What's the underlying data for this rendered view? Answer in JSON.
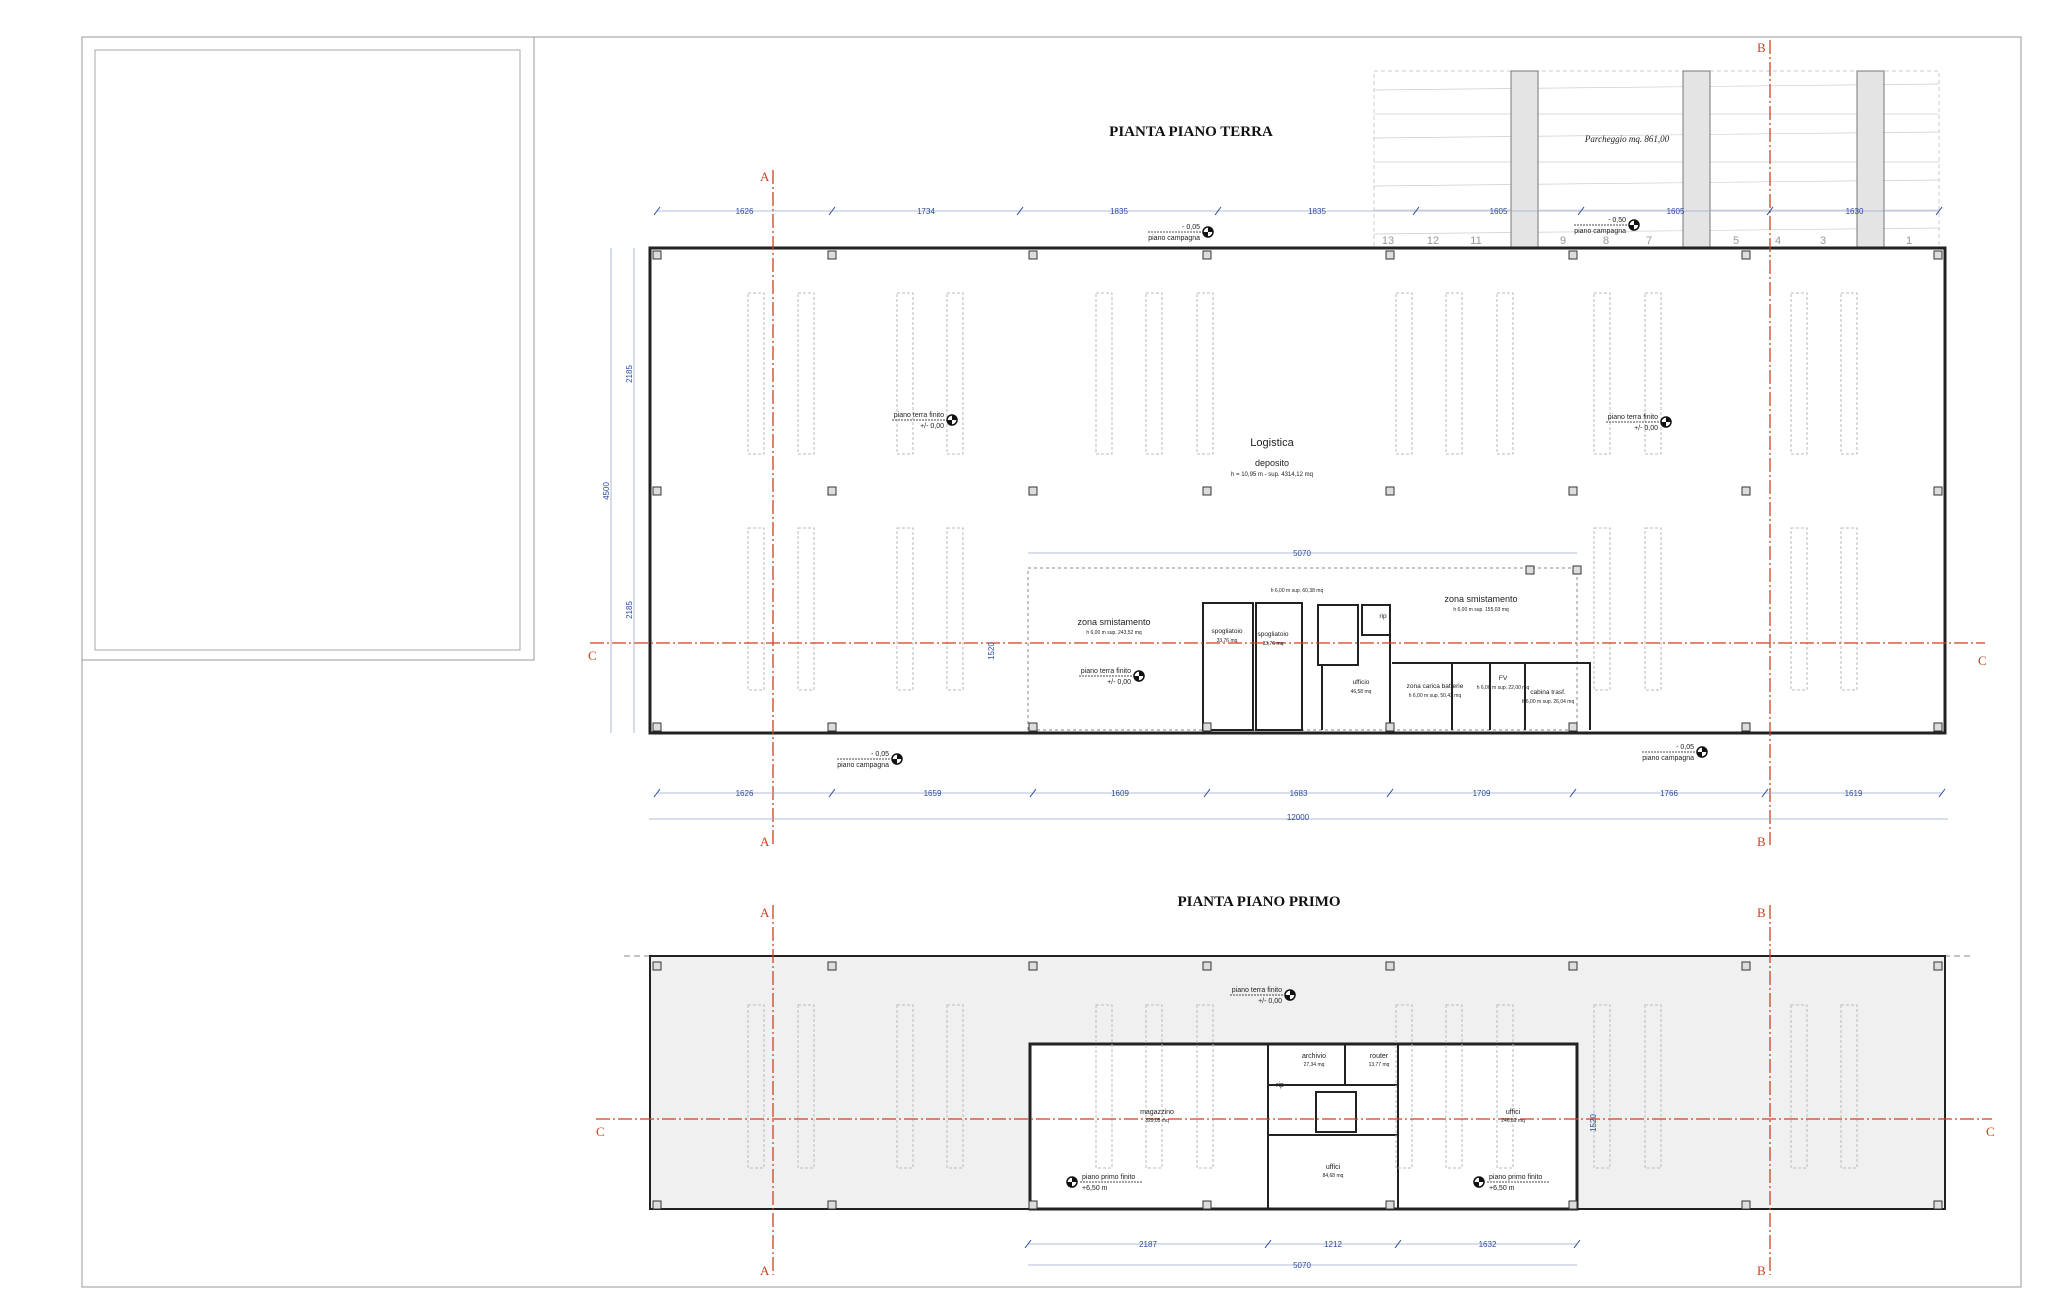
{
  "ground_floor": {
    "title": "PIANTA PIANO TERRA",
    "parking_label": "Parcheggio mq. 861,00",
    "parking_numbers": [
      "13",
      "12",
      "11",
      "9",
      "8",
      "7",
      "5",
      "4",
      "3",
      "1"
    ],
    "main_room": {
      "name": "Logistica",
      "use": "deposito",
      "info": "h = 10,95 m - sup. 4314,12 mq"
    },
    "rooms": [
      {
        "name": "zona smistamento",
        "info": "h 6,00 m sup. 243,52 mq"
      },
      {
        "name": "",
        "info": "h 6,00 m sup. 60,38 mq"
      },
      {
        "name": "zona smistamento",
        "info": "h 6,00 m sup. 155,03 mq"
      },
      {
        "name": "spogliatoio",
        "info": "33,76 mq"
      },
      {
        "name": "spogliatoio",
        "info": "33,76 mq"
      },
      {
        "name": "ufficio",
        "info": "46,58 mq"
      },
      {
        "name": "zona carica batterie",
        "info": "h 6,00 m  sup. 50,43 mq"
      },
      {
        "name": "FV",
        "info": "h 6,00 m sup. 22,00 mq"
      },
      {
        "name": "cabina trasf.",
        "info": "h 6,00 m sup. 26,04 mq"
      },
      {
        "name": "rip",
        "info": ""
      }
    ],
    "levels": {
      "finished_label": "piano terra finito",
      "finished_value": "+/- 0,00",
      "ground_label": "piano campagna",
      "ground_top_1": "- 0,05",
      "ground_top_2": "- 0,50",
      "ground_bottom": "- 0,05"
    },
    "dims_top": [
      "1626",
      "1734",
      "1835",
      "1835",
      "1605",
      "1605",
      "1630"
    ],
    "dims_bottom": [
      "1626",
      "1659",
      "1609",
      "1683",
      "1709",
      "1766",
      "1619"
    ],
    "dim_total": "12000",
    "dim_left_parts": [
      "2185",
      "2185"
    ],
    "dim_left_total": "4500",
    "dim_inner_width": "5070",
    "dim_inner_depth": "1520"
  },
  "first_floor": {
    "title": "PIANTA PIANO PRIMO",
    "rooms": [
      {
        "name": "archivio",
        "info": "27,34 mq"
      },
      {
        "name": "router",
        "info": "13,77 mq"
      },
      {
        "name": "magazzino",
        "info": "329,05 mq"
      },
      {
        "name": "uffici",
        "info": "246,89 mq"
      },
      {
        "name": "uffici",
        "info": "84,68 mq"
      },
      {
        "name": "rip",
        "info": ""
      }
    ],
    "levels": {
      "ground_finished_label": "piano terra finito",
      "ground_finished_value": "+/- 0,00",
      "first_finished_label": "piano primo finito",
      "first_finished_value": "+6,50 m"
    },
    "dims_bottom": [
      "2187",
      "1212",
      "1632"
    ],
    "dim_total": "5070",
    "dim_depth": "1520"
  },
  "sections": {
    "a": "A",
    "b": "B",
    "c": "C"
  },
  "colors": {
    "wall": "#222222",
    "section_line": "#d0401e",
    "dimension": "#2c4aa0",
    "first_floor_fill": "#f0f0f0"
  }
}
